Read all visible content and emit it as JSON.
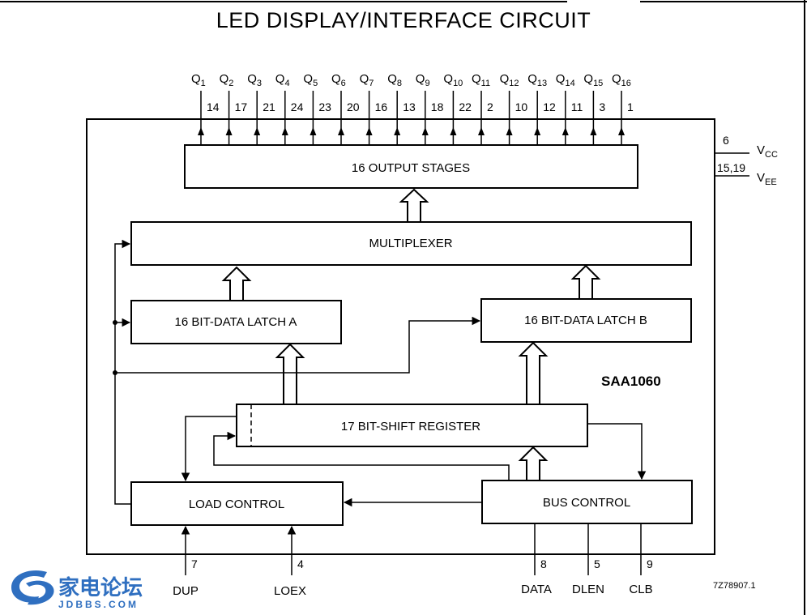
{
  "title": "LED DISPLAY/INTERFACE CIRCUIT",
  "chip_name": "SAA1060",
  "figure_ref": "7Z78907.1",
  "blocks": {
    "output_stages": "16 OUTPUT STAGES",
    "multiplexer": "MULTIPLEXER",
    "latch_a": "16 BIT-DATA LATCH A",
    "latch_b": "16 BIT-DATA LATCH B",
    "shift_register": "17 BIT-SHIFT REGISTER",
    "load_control": "LOAD CONTROL",
    "bus_control": "BUS CONTROL"
  },
  "outputs": [
    {
      "q": "Q",
      "sub": "1",
      "pin": "14"
    },
    {
      "q": "Q",
      "sub": "2",
      "pin": "17"
    },
    {
      "q": "Q",
      "sub": "3",
      "pin": "21"
    },
    {
      "q": "Q",
      "sub": "4",
      "pin": "24"
    },
    {
      "q": "Q",
      "sub": "5",
      "pin": "23"
    },
    {
      "q": "Q",
      "sub": "6",
      "pin": "20"
    },
    {
      "q": "Q",
      "sub": "7",
      "pin": "16"
    },
    {
      "q": "Q",
      "sub": "8",
      "pin": "13"
    },
    {
      "q": "Q",
      "sub": "9",
      "pin": "18"
    },
    {
      "q": "Q",
      "sub": "10",
      "pin": "22"
    },
    {
      "q": "Q",
      "sub": "11",
      "pin": "2"
    },
    {
      "q": "Q",
      "sub": "12",
      "pin": "10"
    },
    {
      "q": "Q",
      "sub": "13",
      "pin": "12"
    },
    {
      "q": "Q",
      "sub": "14",
      "pin": "11"
    },
    {
      "q": "Q",
      "sub": "15",
      "pin": "3"
    },
    {
      "q": "Q",
      "sub": "16",
      "pin": "1"
    }
  ],
  "supply": {
    "vcc": {
      "v": "V",
      "sub": "CC",
      "pin": "6"
    },
    "vee": {
      "v": "V",
      "sub": "EE",
      "pin": "15,19"
    }
  },
  "inputs": {
    "dup": {
      "label": "DUP",
      "pin": "7"
    },
    "loex": {
      "label": "LOEX",
      "pin": "4"
    },
    "data": {
      "label": "DATA",
      "pin": "8"
    },
    "dlen": {
      "label": "DLEN",
      "pin": "5"
    },
    "clb": {
      "label": "CLB",
      "pin": "9"
    }
  },
  "watermark": {
    "cn": "家电论坛",
    "en": "JDBBS.COM"
  },
  "colors": {
    "line": "#000000",
    "watermark": "#2f6fc0"
  }
}
